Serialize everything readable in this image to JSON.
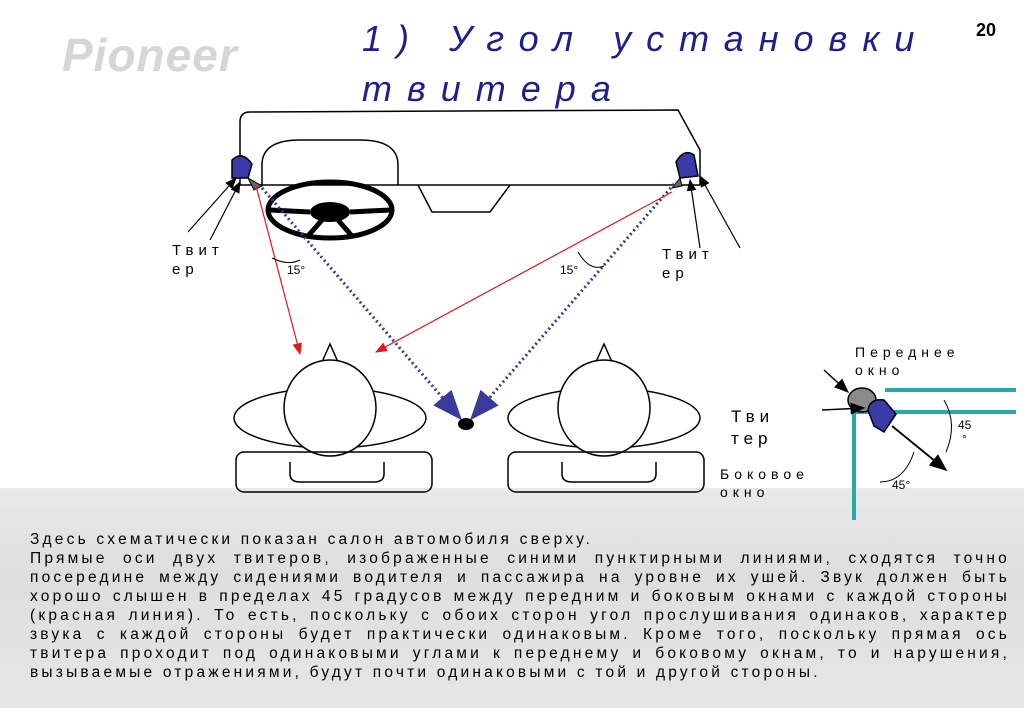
{
  "brand": {
    "logo_text": "Pioneer"
  },
  "title": {
    "line1": "1) Угол установки",
    "line2": "твитера"
  },
  "page_number": "20",
  "diagram": {
    "left_tweeter_label": [
      "Твит",
      "ер"
    ],
    "right_tweeter_label": [
      "Твит",
      "ер"
    ],
    "left_angle": "15°",
    "right_angle": "15°"
  },
  "detail": {
    "front_window_label": [
      "Переднее",
      "окно"
    ],
    "tweeter_label": [
      "Тви",
      "тер"
    ],
    "side_window_label": [
      "Боковое",
      "окно"
    ],
    "angle_top": [
      "45",
      "°"
    ],
    "angle_bottom": "45°"
  },
  "colors": {
    "title": "#1e1e8c",
    "tweeter": "#3a3aa8",
    "axis_dots": "#3a3a9a",
    "sound_line": "#e01818",
    "window": "#2aa8a8"
  },
  "body_text": [
    "Здесь схематически показан салон автомобиля сверху.",
    "Прямые оси двух твитеров, изображенные синими пунктирными линиями, сходятся точно посередине между сидениями водителя и пассажира на уровне их ушей. Звук должен быть хорошо слышен в пределах 45 градусов между передним и боковым окнами с каждой стороны (красная линия). То есть, поскольку с обоих сторон угол прослушивания одинаков, характер звука с каждой стороны будет практически одинаковым. Кроме того, поскольку прямая ось твитера проходит под одинаковыми углами к переднему и боковому окнам, то и нарушения, вызываемые отражениями, будут почти одинаковыми с той и другой стороны."
  ]
}
